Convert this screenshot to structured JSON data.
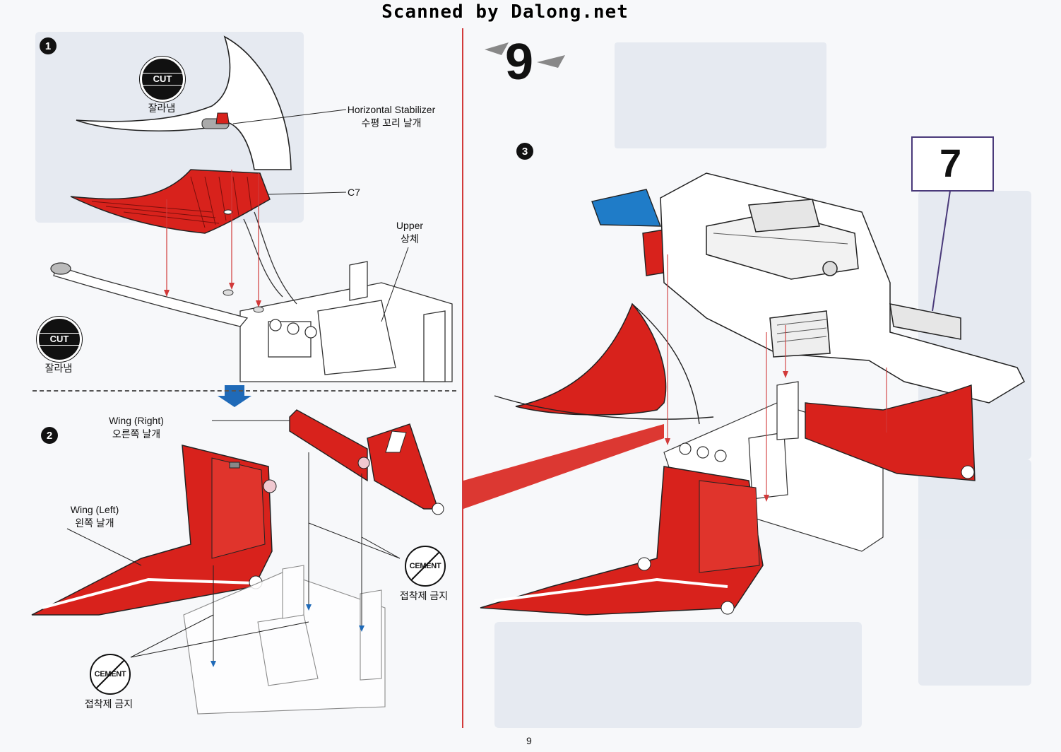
{
  "header": {
    "scan_label": "Scanned by Dalong.net"
  },
  "page_number": "9",
  "step_main": {
    "number": "9"
  },
  "steps": [
    {
      "number": "1"
    },
    {
      "number": "2"
    },
    {
      "number": "3"
    }
  ],
  "cut": {
    "badge": "CUT",
    "label_ko": "잘라냄"
  },
  "cement": {
    "badge": "CEMENT",
    "label_ko": "접착제 금지"
  },
  "parts": {
    "horizontal_stabilizer": {
      "en": "Horizontal Stabilizer",
      "ko": "수평 꼬리 날개"
    },
    "c7": "C7",
    "upper": {
      "en": "Upper",
      "ko": "상체"
    },
    "wing_right": {
      "en": "Wing (Right)",
      "ko": "오른쪽 날개"
    },
    "wing_left": {
      "en": "Wing (Left)",
      "ko": "왼쪽 날개"
    }
  },
  "reference_step": "7",
  "colors": {
    "red": "#d8221c",
    "blue": "#1f7cc8",
    "divider": "#d23a3a",
    "ref_border": "#4a3a7a"
  }
}
